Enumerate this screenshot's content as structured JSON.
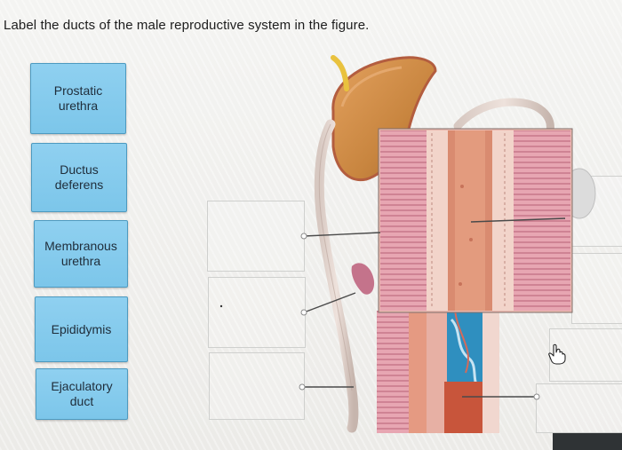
{
  "question": "Label the ducts of the male reproductive system in the figure.",
  "terms": [
    {
      "id": "prostatic-urethra",
      "label": "Prostatic\nurethra"
    },
    {
      "id": "ductus-deferens",
      "label": "Ductus\ndeferens"
    },
    {
      "id": "membranous-urethra",
      "label": "Membranous\nurethra"
    },
    {
      "id": "epididymis",
      "label": "Epididymis"
    },
    {
      "id": "ejaculatory-duct",
      "label": "Ejaculatory\nduct"
    }
  ],
  "dropzones": [
    "left-1",
    "left-2",
    "left-3",
    "right-1",
    "right-2",
    "right-3",
    "right-4"
  ],
  "colors": {
    "term_fill": "#8fd0f0",
    "term_border": "#4d9ac0",
    "tissue_pink": "#e8a59a",
    "tissue_orange": "#d27a4f",
    "duct_yellow": "#e9c23e"
  },
  "icons": [
    "hand-pointer-icon"
  ]
}
